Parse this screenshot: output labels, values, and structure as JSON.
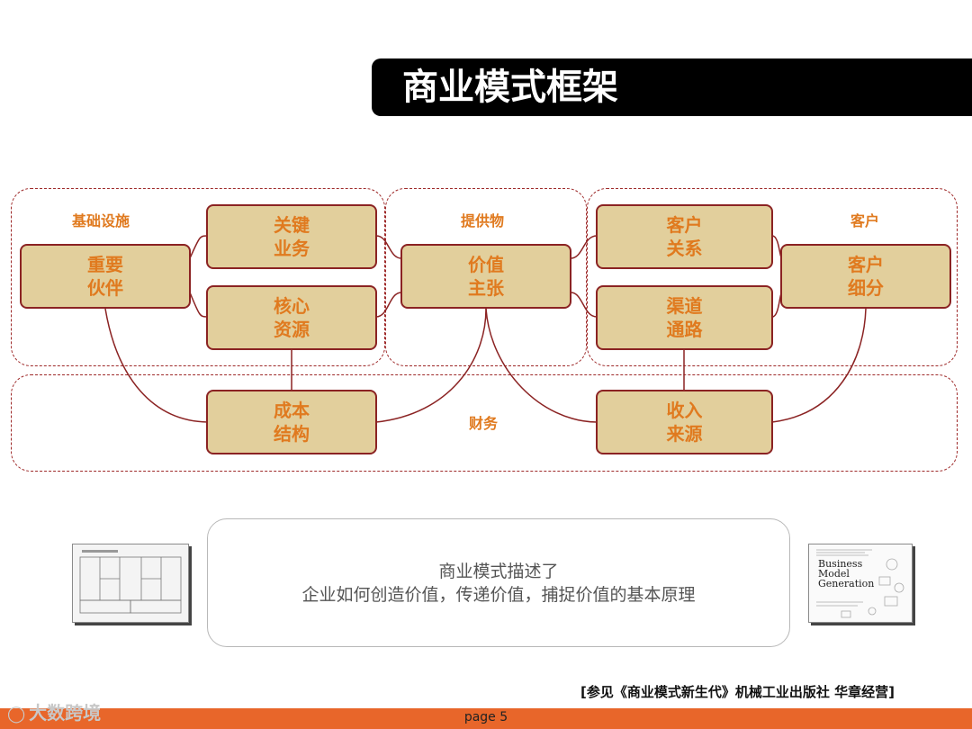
{
  "title": "商业模式框架",
  "regions": {
    "infrastructure": "基础设施",
    "offering": "提供物",
    "customers": "客户",
    "finance": "财务"
  },
  "blocks": {
    "key_partners": "重要\n伙伴",
    "key_activities": "关键\n业务",
    "key_resources": "核心\n资源",
    "value_proposition": "价值\n主张",
    "customer_relationships": "客户\n关系",
    "channels": "渠道\n通路",
    "customer_segments": "客户\n细分",
    "cost_structure": "成本\n结构",
    "revenue_streams": "收入\n来源"
  },
  "summary": {
    "line1": "商业模式描述了",
    "line2": "企业如何创造价值，传递价值，捕捉价值的基本原理"
  },
  "book": {
    "title": "Business\nModel\nGeneration"
  },
  "citation": "[参见《商业模式新生代》机械工业出版社 华章经营]",
  "watermark": "大数跨境",
  "page_label": "page 5",
  "colors": {
    "block_fill": "#e2cf9c",
    "block_border": "#8b2323",
    "label_orange": "#e07a1f",
    "footer": "#e8662a",
    "title_bar": "#000000"
  }
}
